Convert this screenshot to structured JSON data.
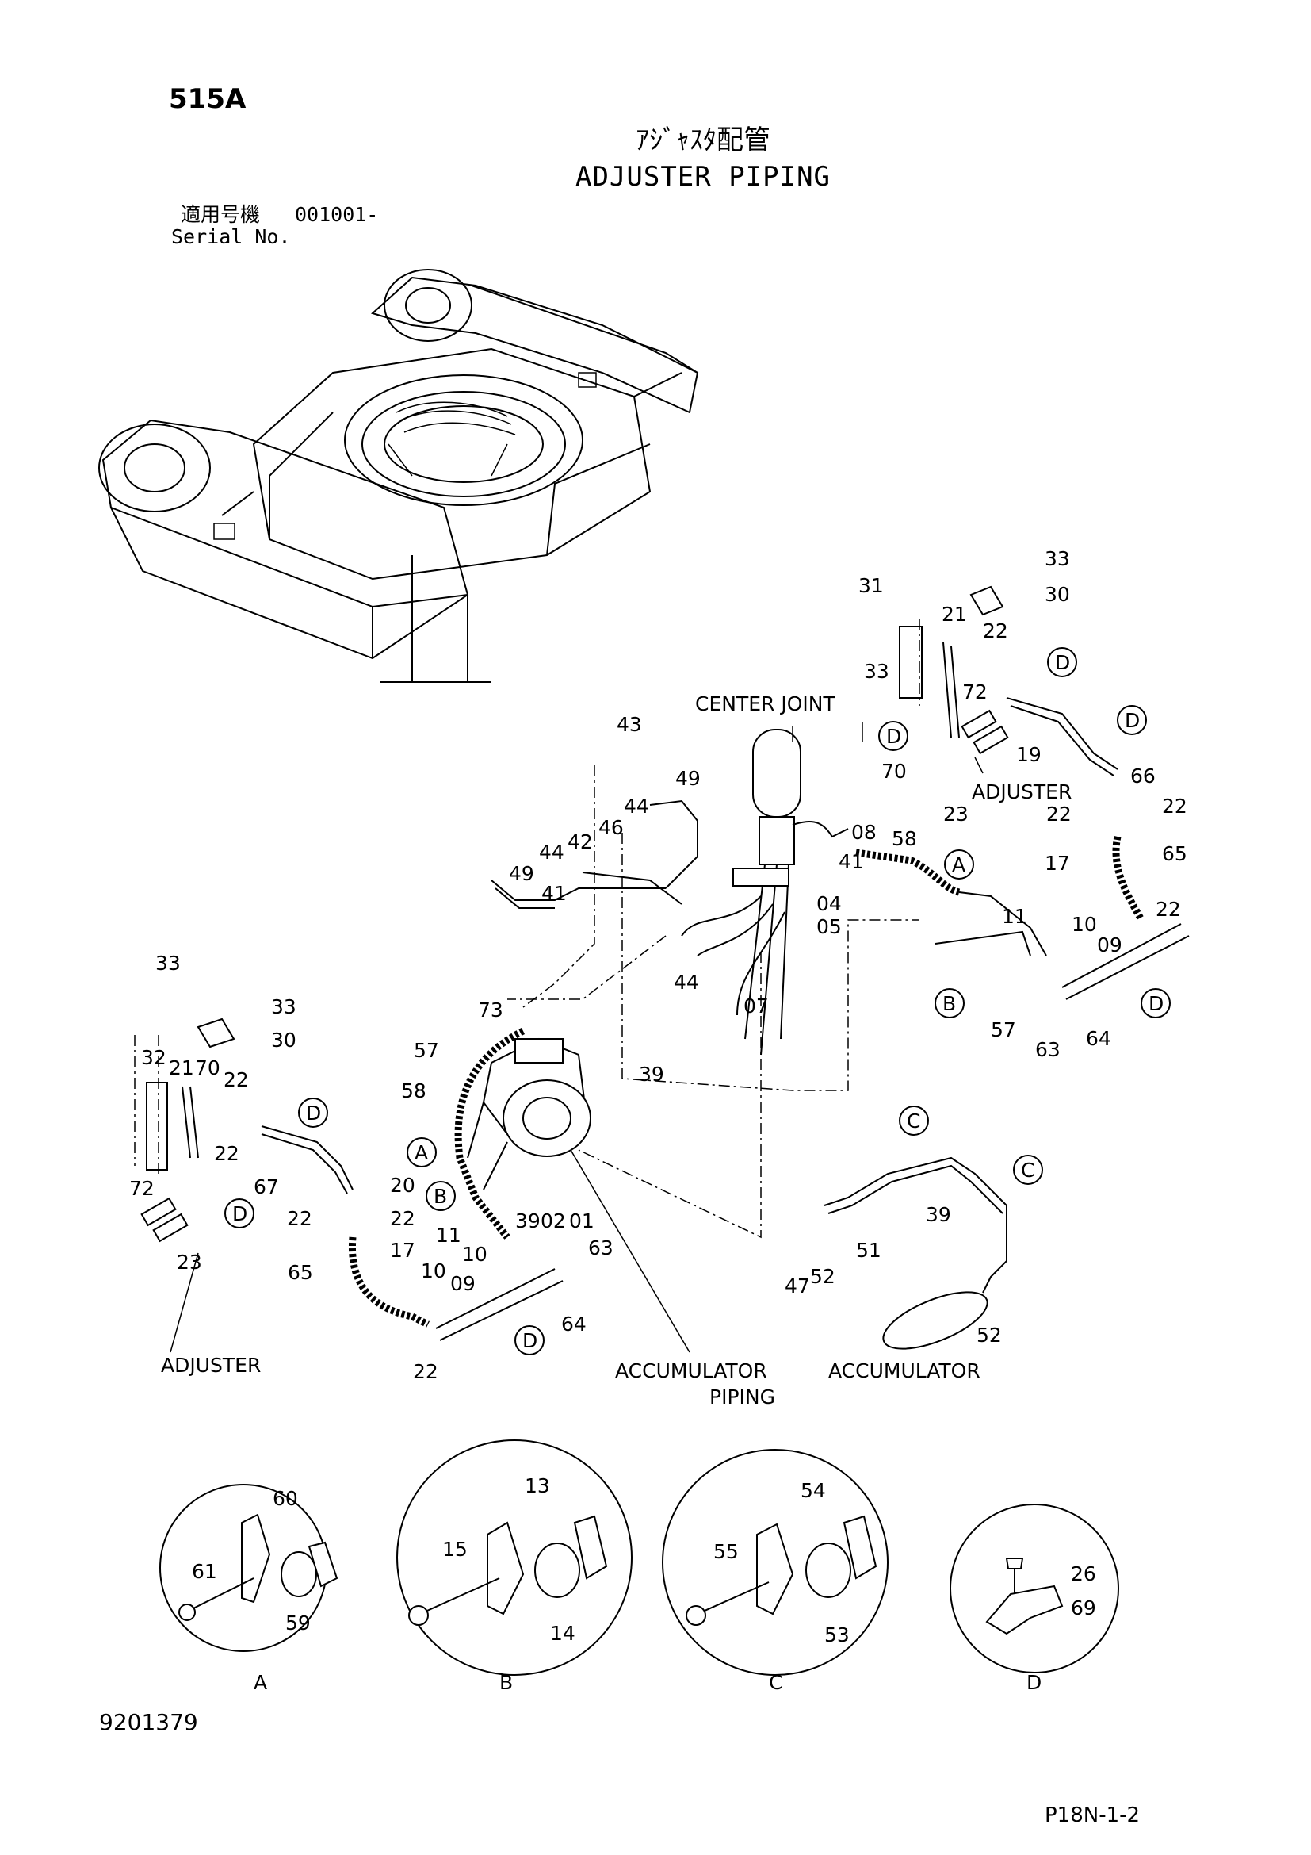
{
  "header": {
    "page_code": "515A",
    "title_jp": "ｱｼﾞｬｽﾀ配管",
    "title_en": "ADJUSTER PIPING",
    "serial_label_jp": "適用号機",
    "serial_value": "001001-",
    "serial_label_en": "Serial No."
  },
  "footer": {
    "doc_number": "9201379",
    "sheet_code": "P18N-1-2"
  },
  "callouts": [
    "33",
    "30",
    "31",
    "33",
    "21",
    "22",
    "72",
    "70",
    "19",
    "66",
    "23",
    "22",
    "22",
    "17",
    "65",
    "22",
    "10",
    "09",
    "64",
    "63",
    "57",
    "11",
    "58",
    "08",
    "41",
    "04",
    "05",
    "07",
    "44",
    "43",
    "49",
    "44",
    "42",
    "46",
    "44",
    "49",
    "41",
    "73",
    "57",
    "58",
    "39",
    "33",
    "33",
    "30",
    "32",
    "21",
    "70",
    "22",
    "22",
    "67",
    "20",
    "22",
    "22",
    "72",
    "23",
    "17",
    "65",
    "10",
    "09",
    "64",
    "22",
    "39",
    "02",
    "01",
    "11",
    "10",
    "63",
    "47",
    "52",
    "51",
    "39",
    "52",
    "60",
    "61",
    "59",
    "13",
    "15",
    "14",
    "54",
    "55",
    "53",
    "26",
    "69"
  ],
  "letter_markers": {
    "A": "A",
    "B": "B",
    "C": "C",
    "D": "D"
  },
  "labels": {
    "center_joint": "CENTER JOINT",
    "adjuster_right": "ADJUSTER",
    "adjuster_left": "ADJUSTER",
    "accumulator_piping_line1": "ACCUMULATOR",
    "accumulator_piping_line2": "PIPING",
    "accumulator": "ACCUMULATOR"
  },
  "details": [
    {
      "letter": "A",
      "callouts": [
        "60",
        "61",
        "59"
      ]
    },
    {
      "letter": "B",
      "callouts": [
        "13",
        "15",
        "14"
      ]
    },
    {
      "letter": "C",
      "callouts": [
        "54",
        "55",
        "53"
      ]
    },
    {
      "letter": "D",
      "callouts": [
        "26",
        "69"
      ]
    }
  ]
}
